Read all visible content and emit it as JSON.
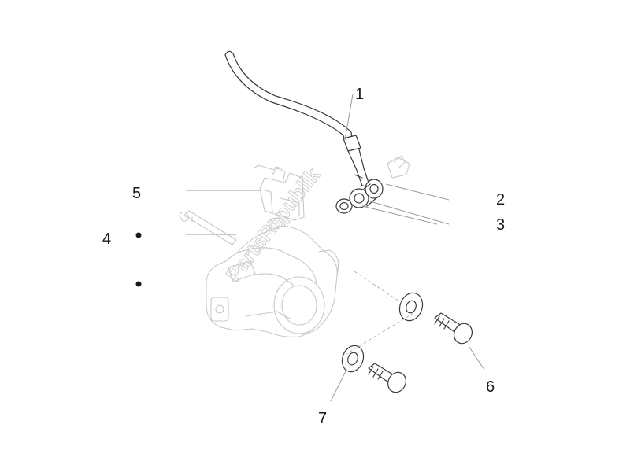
{
  "diagram": {
    "labels": [
      "1",
      "2",
      "3",
      "4",
      "5",
      "6",
      "7"
    ]
  },
  "watermark": {
    "text": "PartsRepublik"
  },
  "colors": {
    "line": "#3a3a3a",
    "ghost": "#c8c8c8",
    "leader": "#9a9a9a"
  }
}
